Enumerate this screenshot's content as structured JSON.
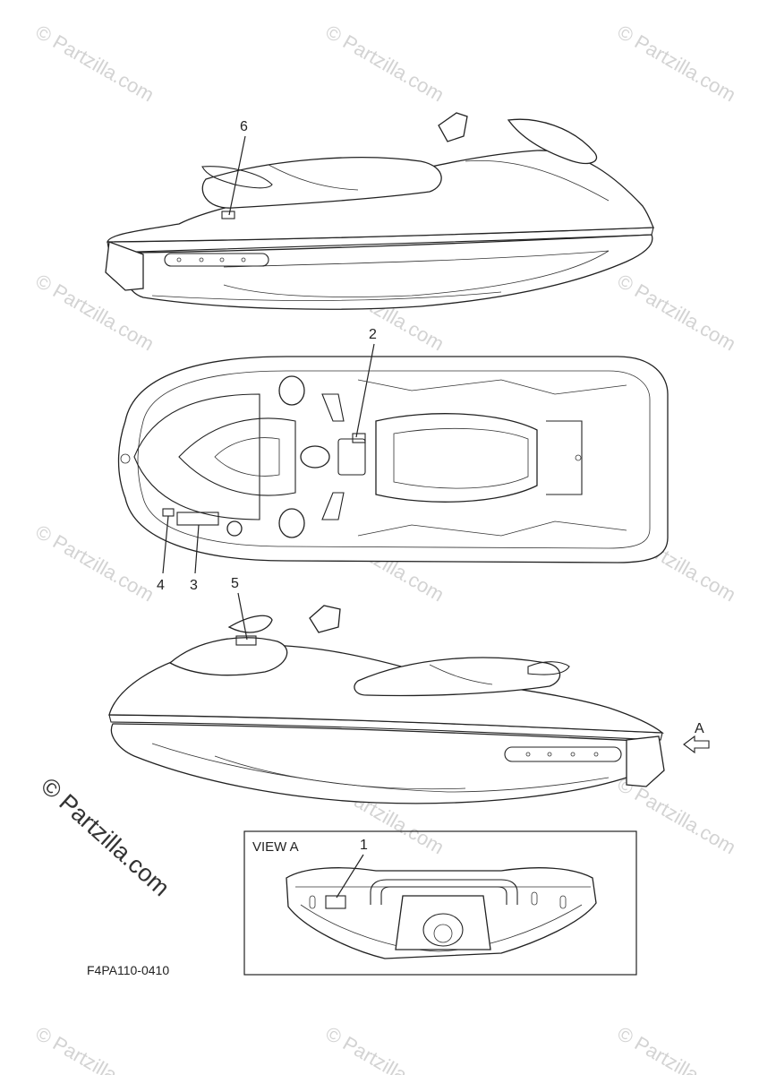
{
  "watermark": {
    "text": "© Partzilla.com",
    "text_large": "© Partzilla.com"
  },
  "callouts": {
    "c1": "1",
    "c2": "2",
    "c3": "3",
    "c4": "4",
    "c5": "5",
    "c6": "6"
  },
  "view_label": "VIEW A",
  "arrow_label": "A",
  "part_code": "F4PA110-0410"
}
